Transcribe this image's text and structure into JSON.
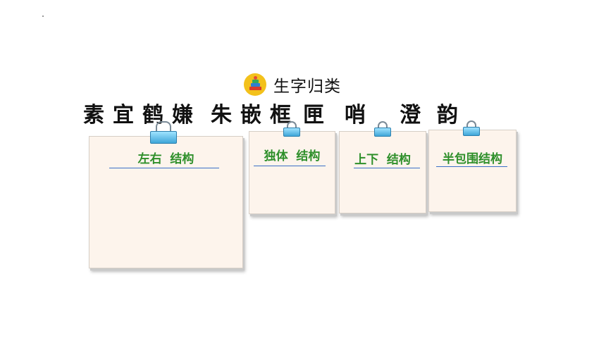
{
  "title": "生字归类",
  "characters": [
    "素",
    "宜",
    "鹤",
    "嫌",
    "朱",
    "嵌",
    "框",
    "匣",
    "哨",
    "澄",
    "韵"
  ],
  "cards": [
    {
      "label": "左右  结构"
    },
    {
      "label": "独体  结构"
    },
    {
      "label": "上下  结构"
    },
    {
      "label": "半包围结构"
    }
  ],
  "icons": {
    "title_icon": "books-icon",
    "clip_icon": "binder-clip-icon"
  }
}
